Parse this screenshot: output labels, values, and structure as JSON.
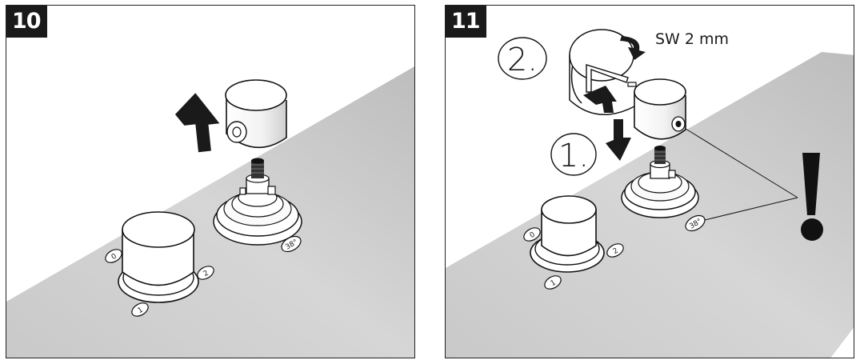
{
  "panels": [
    {
      "step": "10",
      "labels": {
        "mark_zero": "0",
        "mark_one": "1",
        "mark_two": "2",
        "temp": "38°"
      }
    },
    {
      "step": "11",
      "tool_label": "SW 2 mm",
      "sub_steps": [
        "1.",
        "2."
      ],
      "labels": {
        "mark_zero": "0",
        "mark_one": "1",
        "mark_two": "2",
        "temp": "38°"
      },
      "warning_icon": "exclamation-icon"
    }
  ]
}
